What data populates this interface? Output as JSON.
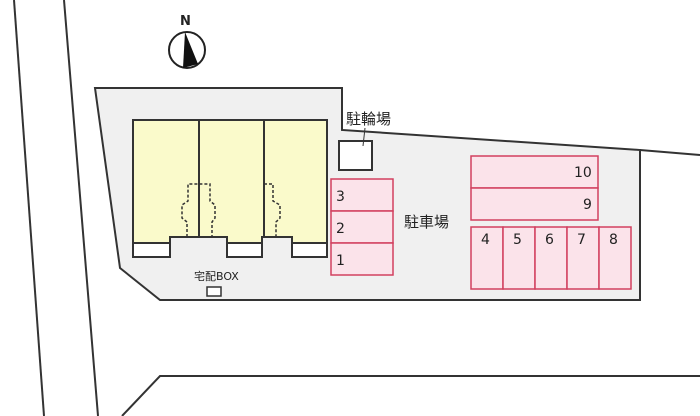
{
  "compass": {
    "label": "N"
  },
  "labels": {
    "bicycle_parking": "駐輪場",
    "car_parking": "駐車場",
    "delivery_box": "宅配BOX"
  },
  "parking_spaces": {
    "left": [
      "3",
      "2",
      "1"
    ],
    "right_horizontal": [
      "10",
      "9"
    ],
    "right_vertical": [
      "4",
      "5",
      "6",
      "7",
      "8"
    ]
  },
  "colors": {
    "lot": "#f0f0f0",
    "building": "#fafacb",
    "parking_fill": "#fbe3ea",
    "parking_border": "#d2405f"
  }
}
